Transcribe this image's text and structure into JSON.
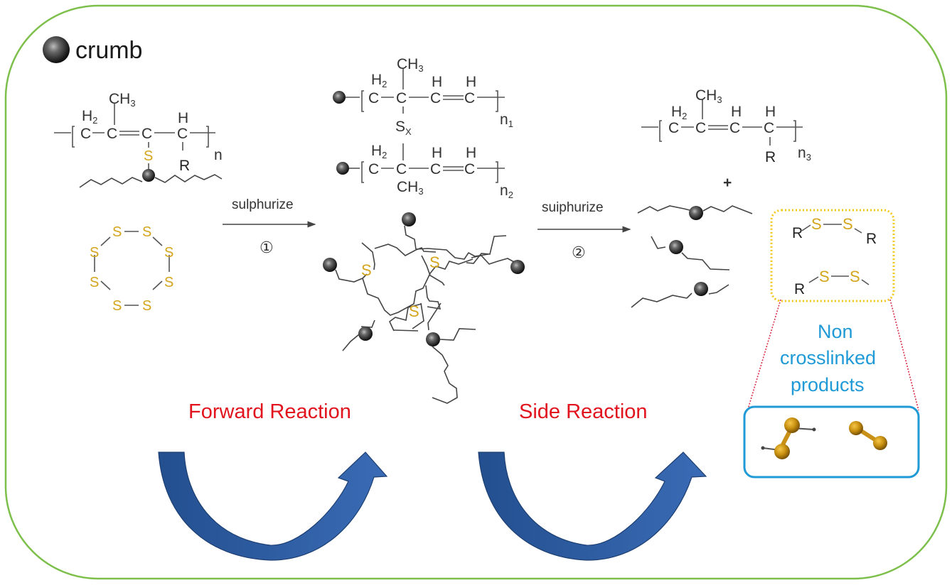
{
  "legend": {
    "marker": "crumb-bead",
    "label": "crumb"
  },
  "reactant": {
    "polymer": {
      "atoms": [
        "C",
        "C",
        "C",
        "C"
      ],
      "h_labels": [
        "H2",
        "H"
      ],
      "methyl": "CH3",
      "bridge": "S",
      "substituent": "R",
      "repeat": "n"
    },
    "sulfur_ring": {
      "atoms": [
        "S",
        "S",
        "S",
        "S",
        "S",
        "S",
        "S",
        "S"
      ],
      "size": 8
    }
  },
  "step1": {
    "condition": "sulphurize",
    "number": "①"
  },
  "intermediate": {
    "top_chain": {
      "methyl": "CH3",
      "h2": "H2",
      "h_a": "H",
      "h_b": "H",
      "atoms": [
        "C",
        "C",
        "C",
        "C"
      ],
      "repeat": "n",
      "repeat_sub": "1"
    },
    "crosslink": {
      "label": "S",
      "sub": "X"
    },
    "bottom_chain": {
      "methyl": "CH3",
      "h2": "H2",
      "h_a": "H",
      "h_b": "H",
      "atoms": [
        "C",
        "C",
        "C",
        "C"
      ],
      "repeat": "n",
      "repeat_sub": "2"
    },
    "network_sulfur_labels": [
      "S",
      "S",
      "S"
    ]
  },
  "step2": {
    "condition": "suiphurize",
    "number": "②"
  },
  "products": {
    "polymer": {
      "methyl": "CH3",
      "h2": "H2",
      "h_a": "H",
      "h_b": "H",
      "atoms": [
        "C",
        "C",
        "C",
        "C"
      ],
      "substituent": "R",
      "repeat": "n",
      "repeat_sub": "3"
    },
    "plus": "+",
    "disulfides": [
      {
        "left": "R",
        "atoms": [
          "S",
          "S"
        ],
        "right": "R"
      },
      {
        "left": "R",
        "atoms": [
          "S",
          "S"
        ],
        "right": ""
      }
    ],
    "non_crosslinked_label": [
      "Non",
      "crosslinked",
      "products"
    ]
  },
  "reactions": {
    "forward": "Forward Reaction",
    "side": "Side Reaction"
  },
  "colors": {
    "frame": "#7cbf4a",
    "sulfur": "#d4a51c",
    "reaction_label": "#e1141e",
    "non_crosslinked": "#1f9ad6",
    "curved_arrow": "#2c5aa0",
    "dotted_box": "#f2c81c",
    "zoom_lines": "#d9304a"
  }
}
